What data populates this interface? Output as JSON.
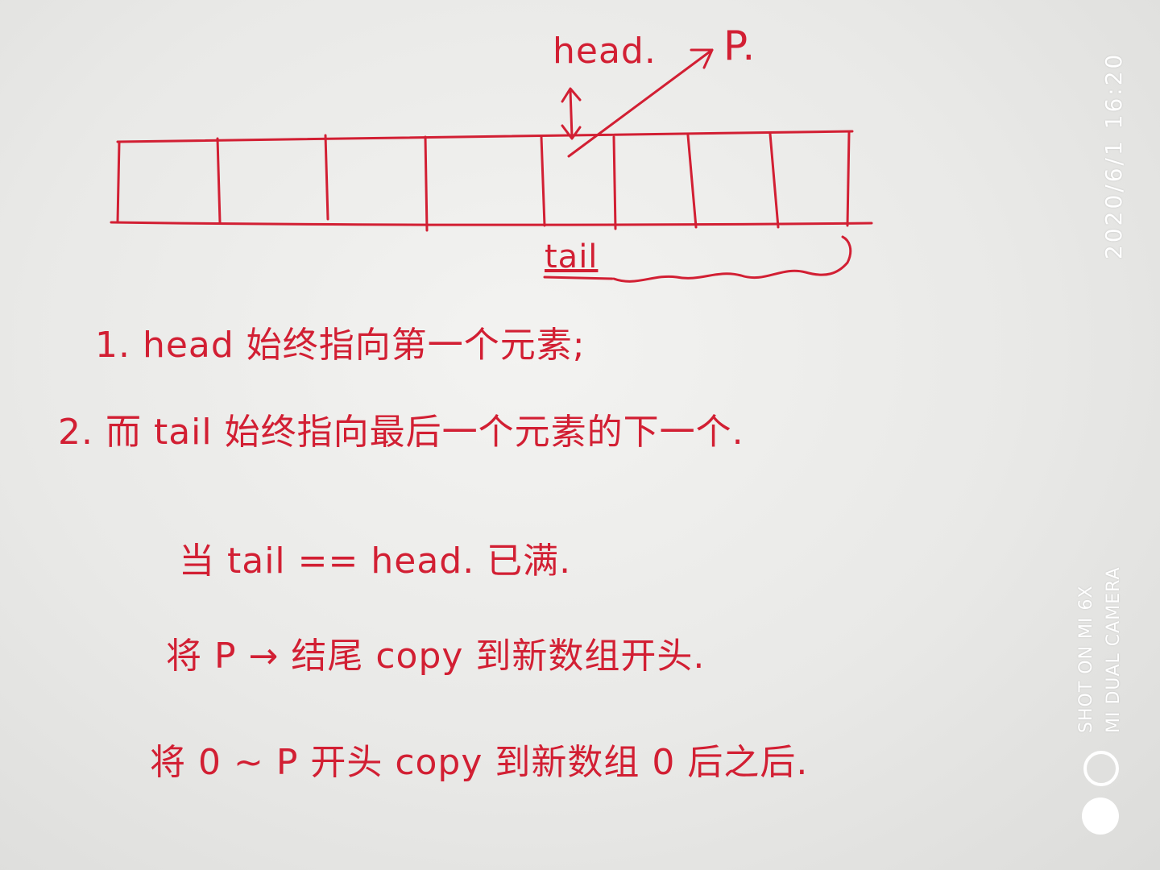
{
  "drawing": {
    "head_label": "head.",
    "p_label": "P.",
    "tail_label": "tail"
  },
  "notes": {
    "line1": "1. head 始终指向第一个元素;",
    "line2": "2. 而 tail 始终指向最后一个元素的下一个.",
    "line3": "当 tail == head. 已满.",
    "line4": "将 P → 结尾 copy 到新数组开头.",
    "line5": "将 0 ~ P 开头 copy 到新数组 0 后之后."
  },
  "watermark": {
    "datetime": "2020/6/1  16:20",
    "shot_on": "SHOT ON MI 6X",
    "camera": "MI DUAL CAMERA"
  },
  "colors": {
    "ink": "#d21f33",
    "paper": "#ececea",
    "watermark": "#ffffff"
  }
}
